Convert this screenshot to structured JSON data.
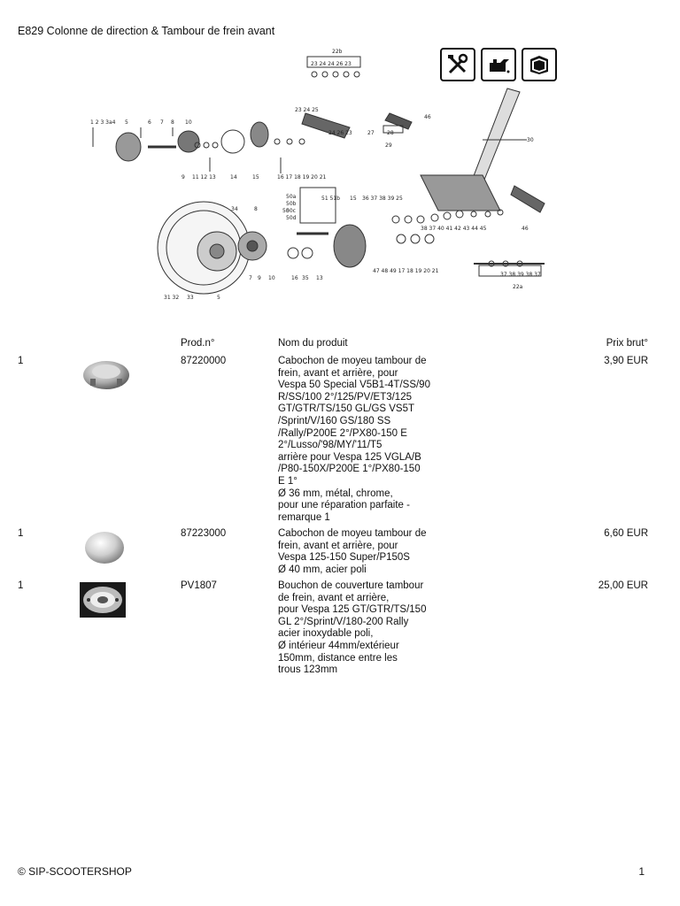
{
  "page_title": "E829 Colonne de direction & Tambour de frein avant",
  "diagram": {
    "callouts": [
      "22b",
      "23",
      "24",
      "24",
      "26",
      "23",
      "23",
      "24",
      "25",
      "46",
      "1",
      "2",
      "3",
      "3a4",
      "5",
      "6",
      "7",
      "8",
      "10",
      "11",
      "12",
      "13",
      "9",
      "14",
      "15",
      "16",
      "17",
      "18",
      "19",
      "20",
      "21",
      "24",
      "26",
      "23",
      "27",
      "28",
      "29",
      "30",
      "34",
      "8",
      "50",
      "50a",
      "50b",
      "50c",
      "50d",
      "51",
      "51b",
      "15",
      "36",
      "37",
      "38",
      "39",
      "25",
      "38",
      "37",
      "40",
      "41",
      "42",
      "43",
      "44",
      "45",
      "46",
      "7",
      "9",
      "10",
      "16",
      "35",
      "13",
      "31",
      "32",
      "33",
      "5",
      "47",
      "48",
      "49",
      "17",
      "18",
      "19",
      "20",
      "21",
      "37",
      "38",
      "39",
      "38",
      "37",
      "22a"
    ]
  },
  "tool_icons": [
    "wrench-screwdriver-icon",
    "oil-can-icon",
    "manual-book-icon"
  ],
  "table": {
    "headers": {
      "prod_no": "Prod.n°",
      "name": "Nom du produit",
      "price": "Prix brut°"
    },
    "rows": [
      {
        "qty": "1",
        "prod_no": "87220000",
        "desc_lines": [
          "Cabochon de moyeu tambour de",
          "frein, avant et arrière, pour",
          "Vespa 50 Special V5B1-4T/SS/90",
          "R/SS/100 2°/125/PV/ET3/125",
          "GT/GTR/TS/150 GL/GS VS5T",
          "/Sprint/V/160 GS/180 SS",
          "/Rally/P200E 2°/PX80-150 E",
          "2°/Lusso/'98/MY/'11/T5",
          "arrière pour Vespa 125 VGLA/B",
          "/P80-150X/P200E 1°/PX80-150",
          "E 1°",
          "Ø 36 mm, métal, chrome,",
          "pour une réparation parfaite -",
          "remarque 1"
        ],
        "price": "3,90 EUR"
      },
      {
        "qty": "1",
        "prod_no": "87223000",
        "desc_lines": [
          "Cabochon de moyeu tambour de",
          "frein, avant et arrière, pour",
          "Vespa 125-150 Super/P150S",
          "Ø 40 mm, acier poli"
        ],
        "price": "6,60 EUR"
      },
      {
        "qty": "1",
        "prod_no": "PV1807",
        "desc_lines": [
          "Bouchon de couverture tambour",
          "de frein, avant et arrière,",
          "pour Vespa 125 GT/GTR/TS/150",
          "GL 2°/Sprint/V/180-200 Rally",
          "acier inoxydable poli,",
          "Ø intérieur 44mm/extérieur",
          "150mm, distance entre les",
          "trous 123mm"
        ],
        "price": "25,00 EUR"
      }
    ]
  },
  "footer": {
    "brand": "© SIP-SCOOTERSHOP",
    "page": "1"
  }
}
